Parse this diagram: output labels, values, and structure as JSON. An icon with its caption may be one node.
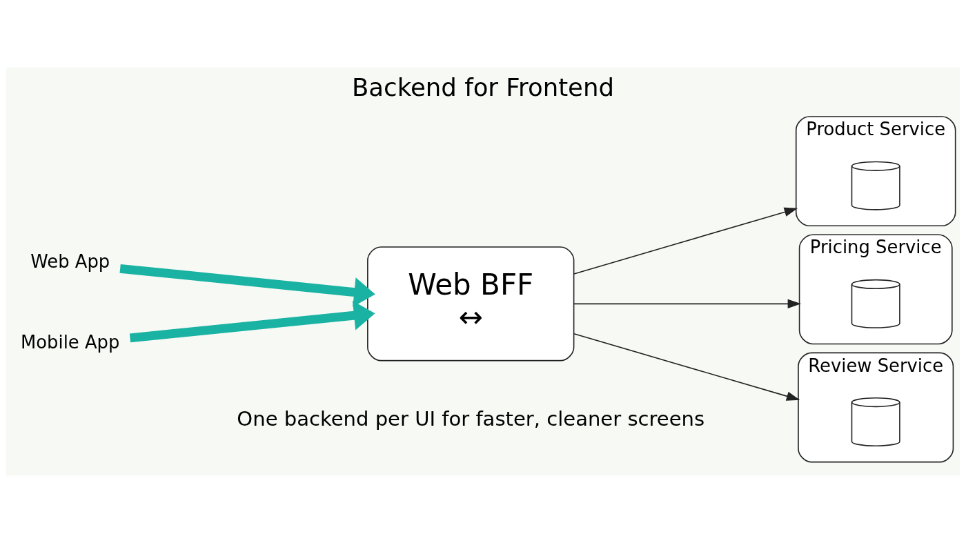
{
  "diagram": {
    "title": "Backend for Frontend",
    "caption": "One backend per UI for faster, cleaner screens",
    "nodes": [
      {
        "text": [
          "Web App"
        ]
      },
      {
        "text": [
          "Mobile App"
        ]
      },
      {
        "text": [
          "Web BFF",
          "↔"
        ]
      },
      {
        "text": [
          "Product Service"
        ]
      },
      {
        "text": [],
        "shape": "cylinder",
        "in": 3
      },
      {
        "text": [
          "Pricing Service"
        ]
      },
      {
        "text": [],
        "shape": "cylinder",
        "in": 5
      },
      {
        "text": [
          "Review Service"
        ]
      },
      {
        "text": [],
        "shape": "cylinder",
        "in": 7
      }
    ],
    "edges": [
      {
        "from": 0,
        "to": 2,
        "arrow": "to",
        "style": "thick",
        "color": "#1ab3a3"
      },
      {
        "from": 1,
        "to": 2,
        "arrow": "to",
        "style": "thick",
        "color": "#1ab3a3"
      },
      {
        "from": 2,
        "to": 3,
        "arrow": "to"
      },
      {
        "from": 2,
        "to": 5,
        "arrow": "to"
      },
      {
        "from": 2,
        "to": 7,
        "arrow": "to"
      }
    ]
  }
}
